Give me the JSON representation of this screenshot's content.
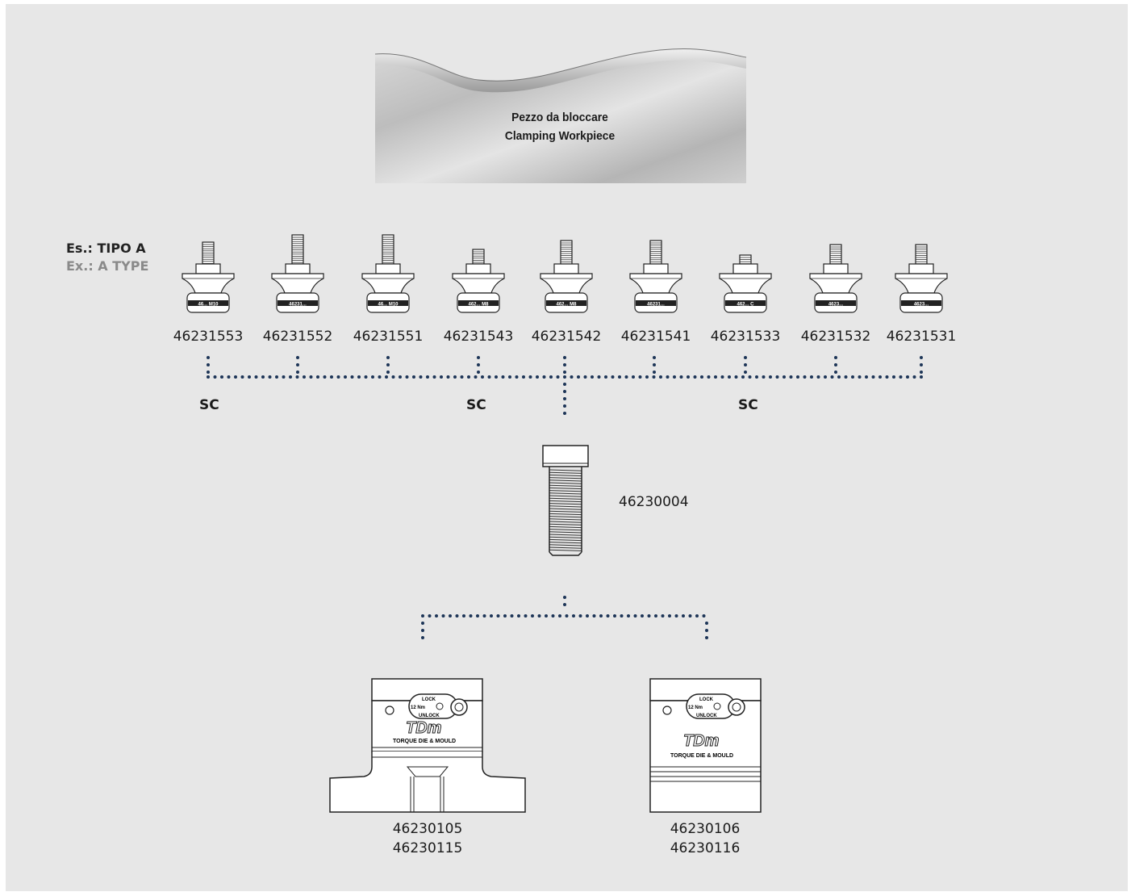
{
  "workpiece": {
    "line1": "Pezzo da bloccare",
    "line2": "Clamping Workpiece"
  },
  "type_label": {
    "it": "Es.: TIPO A",
    "en": "Ex.: A TYPE"
  },
  "pull_studs": [
    {
      "code": "46231553",
      "engraving": "46... M10"
    },
    {
      "code": "46231552",
      "engraving": "46231..."
    },
    {
      "code": "46231551",
      "engraving": "46... M10"
    },
    {
      "code": "46231543",
      "engraving": "462... M8"
    },
    {
      "code": "46231542",
      "engraving": "462... M8"
    },
    {
      "code": "46231541",
      "engraving": "46231..."
    },
    {
      "code": "46231533",
      "engraving": "462... C"
    },
    {
      "code": "46231532",
      "engraving": "4623..."
    },
    {
      "code": "46231531",
      "engraving": "4623..."
    }
  ],
  "sc_labels": [
    "SC",
    "SC",
    "SC"
  ],
  "screw": {
    "code": "46230004"
  },
  "clamps": [
    {
      "codes": [
        "46230105",
        "46230115"
      ],
      "lock": "LOCK",
      "unlock": "UNLOCK",
      "torque": "12 Nm",
      "brand": "TORQUE DIE & MOULD"
    },
    {
      "codes": [
        "46230106",
        "46230116"
      ],
      "lock": "LOCK",
      "unlock": "UNLOCK",
      "torque": "12 Nm",
      "brand": "TORQUE DIE & MOULD"
    }
  ],
  "colors": {
    "dots": "#1d3557",
    "background": "#e7e7e7",
    "outline": "#222222"
  }
}
